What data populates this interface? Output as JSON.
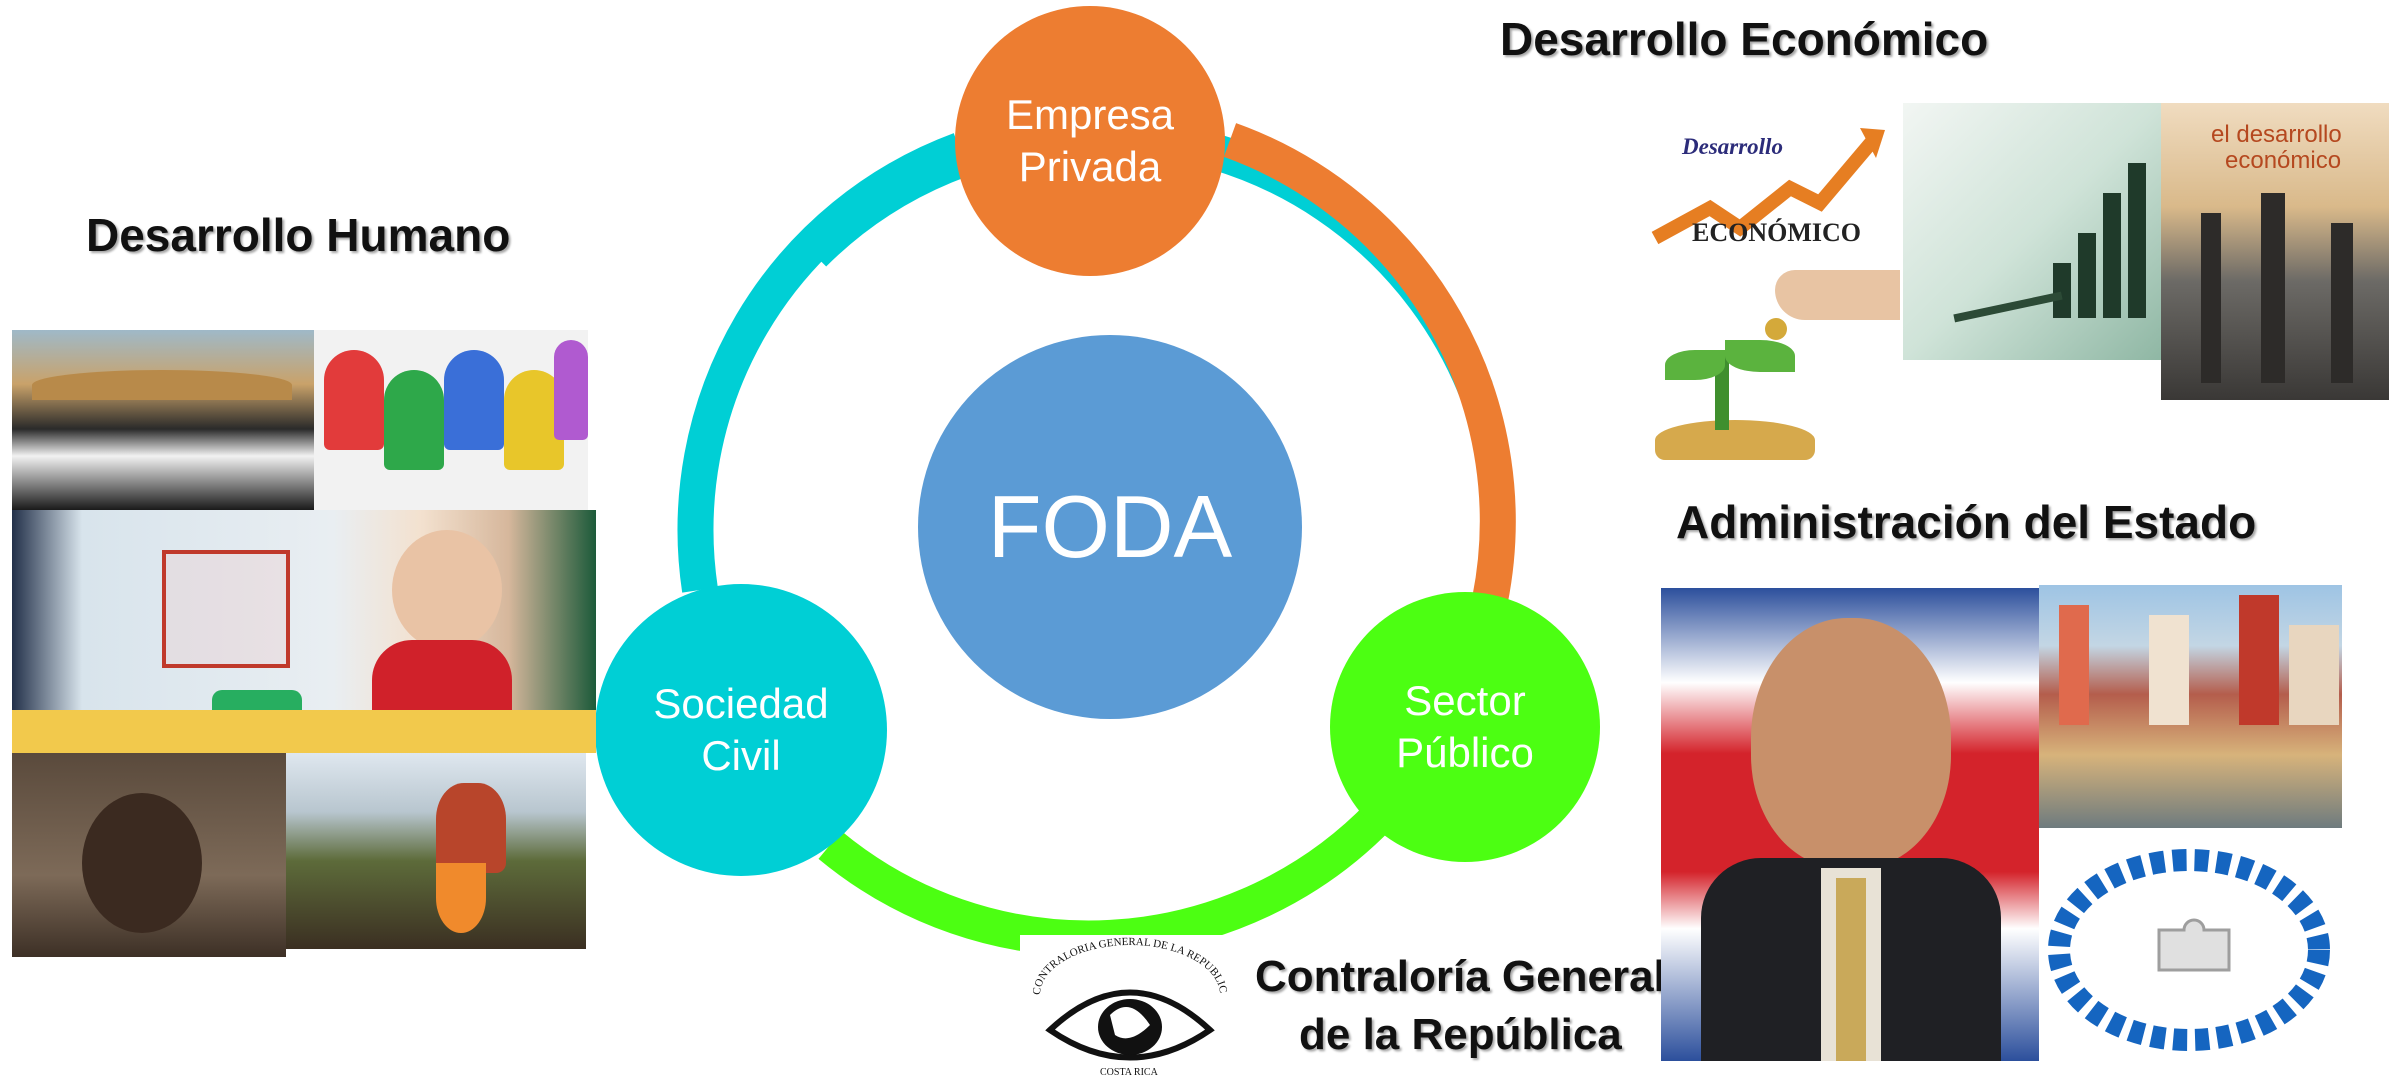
{
  "headings": {
    "humano": "Desarrollo Humano",
    "economico": "Desarrollo Económico",
    "estado": "Administración del Estado",
    "contraloria_line1": "Contraloría General",
    "contraloria_line2": "de la República"
  },
  "diagram": {
    "center": "FODA",
    "nodes": {
      "empresa_line1": "Empresa",
      "empresa_line2": "Privada",
      "sociedad_line1": "Sociedad",
      "sociedad_line2": "Civil",
      "sector_line1": "Sector",
      "sector_line2": "Público"
    },
    "colors": {
      "empresa": "#ed7d31",
      "sociedad": "#00cfd5",
      "sector": "#4cff12",
      "center": "#5b9bd5"
    }
  },
  "images": {
    "eco_logo_word1": "Desarrollo",
    "eco_logo_word2": "ECONÓMICO",
    "eco_book_line1": "el desarrollo",
    "eco_book_line2": "económico",
    "seal_top": "CONTRALORIA GENERAL DE LA REPUBLICA",
    "seal_bottom": "COSTA RICA"
  }
}
